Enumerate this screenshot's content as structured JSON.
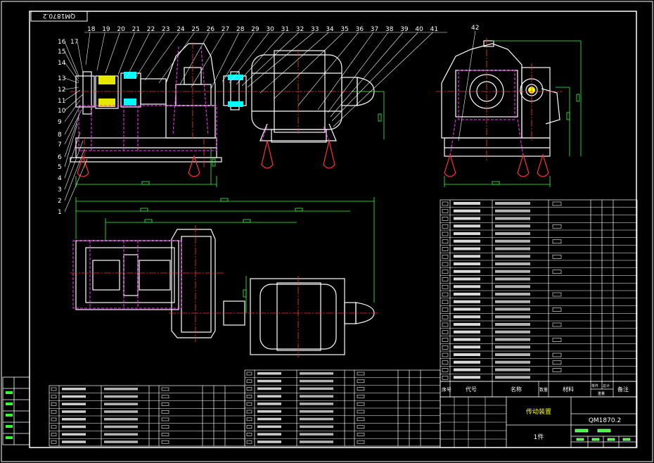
{
  "drawing": {
    "stamp_rotated": "QM1870.2",
    "title_block": {
      "name": "传动装置",
      "drawing_no": "QM1870.2",
      "unit": "1件",
      "headers": {
        "seq": "序号",
        "code": "代号",
        "name": "名称",
        "qty": "数量",
        "material": "材料",
        "single": "单件",
        "total": "总计",
        "weight": "重量",
        "remark": "备注"
      }
    },
    "callouts_top": [
      "18",
      "19",
      "20",
      "21",
      "22",
      "23",
      "24",
      "25",
      "26",
      "27",
      "28",
      "29",
      "30",
      "31",
      "32",
      "33",
      "34",
      "35",
      "36",
      "37",
      "38",
      "39",
      "40",
      "41"
    ],
    "callouts_left": [
      "16",
      "17",
      "15",
      "14",
      "13",
      "12",
      "11",
      "10",
      "9",
      "8",
      "7",
      "6",
      "5",
      "4",
      "3",
      "2",
      "1"
    ],
    "callout_right": "42",
    "colors": {
      "background": "#000000",
      "outline": "#ffffff",
      "centerline": "#ff3333",
      "hidden": "#ff33ff",
      "dimension": "#33ff33",
      "highlight": "#00ffff",
      "hatch": "#ffff00"
    }
  }
}
